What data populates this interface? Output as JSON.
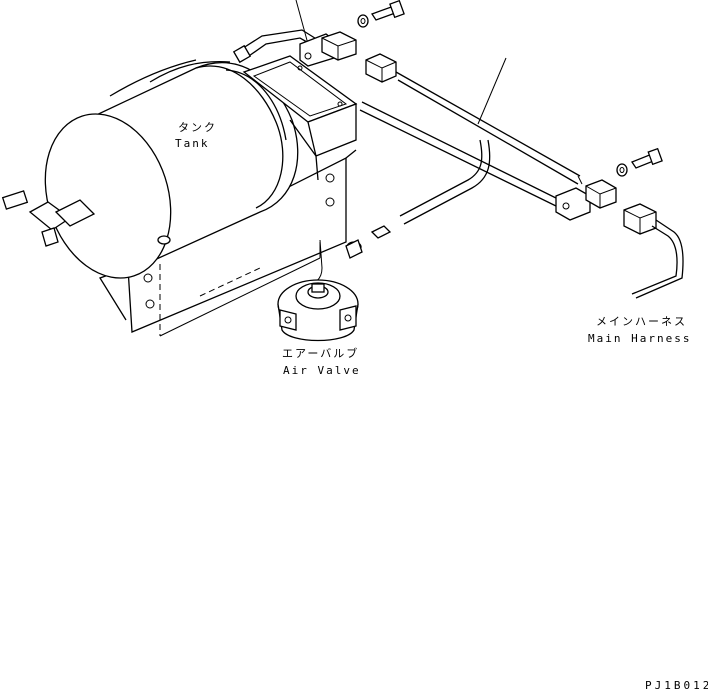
{
  "labels": {
    "tank_ja": "タンク",
    "tank_en": "Tank",
    "air_valve_ja": "エアーバルブ",
    "air_valve_en": "Air Valve",
    "main_harness_ja": "メインハーネス",
    "main_harness_en": "Main Harness",
    "drawing_code": "PJ1B012"
  }
}
